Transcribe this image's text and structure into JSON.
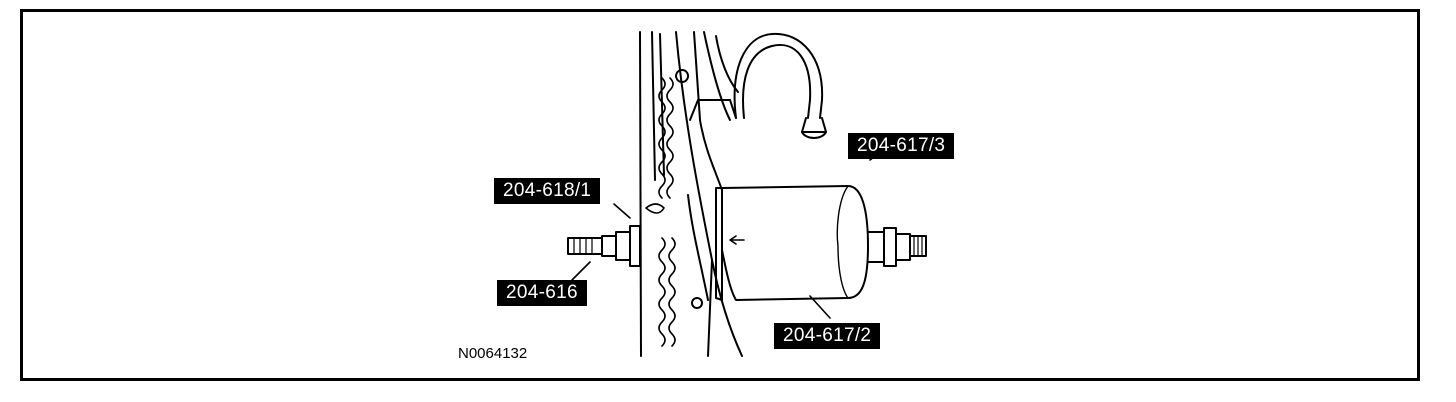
{
  "figure": {
    "id_label": "N0064132",
    "callouts": {
      "c1": "204-618/1",
      "c2": "204-616",
      "c3": "204-617/3",
      "c4": "204-617/2"
    }
  }
}
